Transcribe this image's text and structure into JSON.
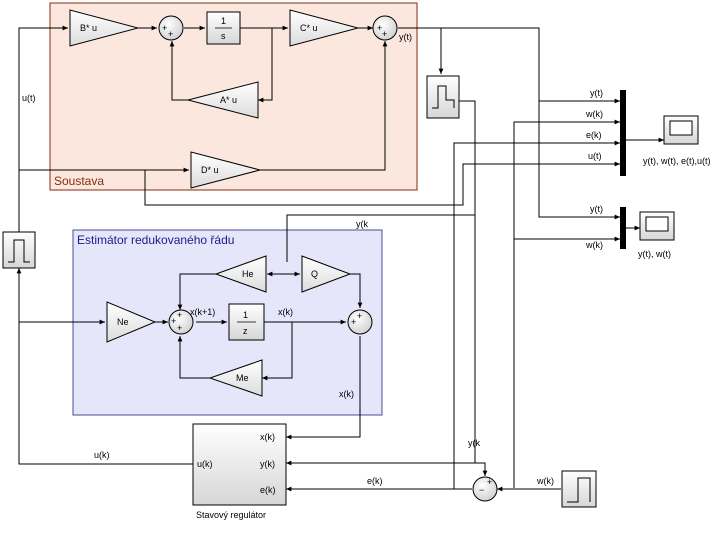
{
  "subsystems": {
    "system_title": "Soustava",
    "estimator_title": "Estimátor redukovaného řádu"
  },
  "blocks": {
    "gain_b": "B* u",
    "gain_c": "C* u",
    "gain_a": "A* u",
    "gain_d": "D* u",
    "integrator_num": "1",
    "integrator_den": "s",
    "gain_he": "He",
    "gain_q": "Q",
    "gain_ne": "Ne",
    "gain_me": "Me",
    "delay_num": "1",
    "delay_den": "z",
    "controller_name": "Stavový regulátor",
    "controller_in_xk": "x(k)",
    "controller_in_yk": "y(k)",
    "controller_in_ek": "e(k)",
    "controller_out_uk": "u(k)"
  },
  "signals": {
    "u_t": "u(t)",
    "y_t": "y(t)",
    "y_k_top": "y(k",
    "x_k1": "x(k+1)",
    "x_k_mid": "x(k)",
    "x_k_out": "x(k)",
    "u_k": "u(k)",
    "y_k_bottom": "y(k",
    "e_k": "e(k)",
    "w_k": "w(k)"
  },
  "mux1": {
    "in1": "y(t)",
    "in2": "w(k)",
    "in3": "e(k)",
    "in4": "u(t)"
  },
  "mux2": {
    "in1": "y(t)",
    "in2": "w(k)"
  },
  "scopes": {
    "scope1_label": "y(t), w(t), e(t),u(t)",
    "scope2_label": "y(t), w(t)"
  }
}
